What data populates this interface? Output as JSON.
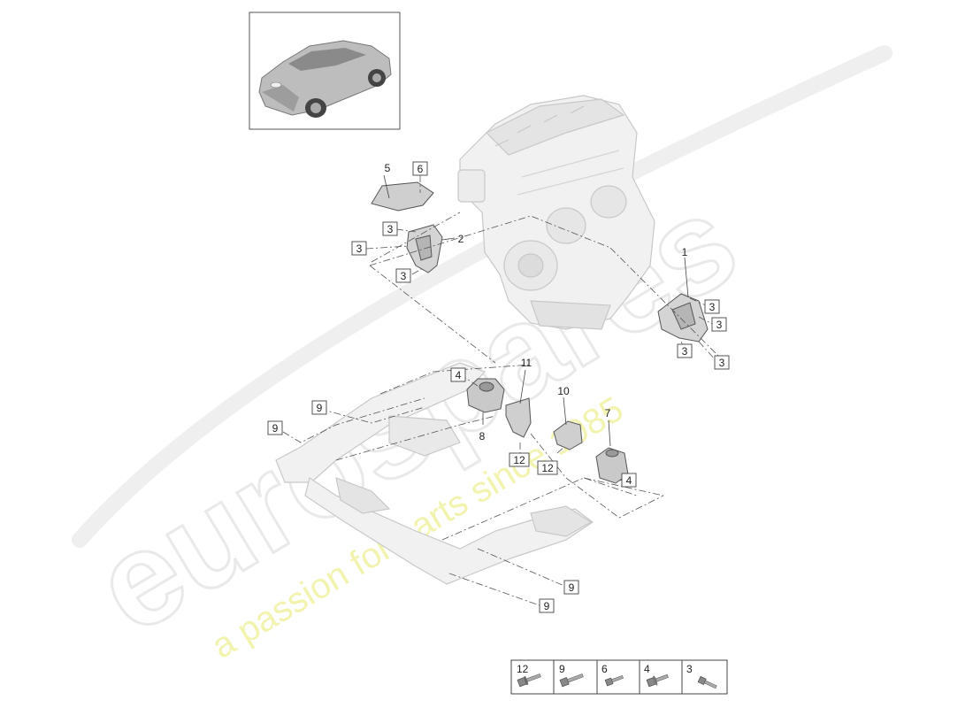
{
  "watermark": {
    "brand": "eurospares",
    "tagline": "a passion for parts since 1985"
  },
  "callouts": [
    {
      "id": "c1",
      "num": "1",
      "boxed": false
    },
    {
      "id": "c2",
      "num": "2",
      "boxed": false
    },
    {
      "id": "c3a",
      "num": "3",
      "boxed": true
    },
    {
      "id": "c3b",
      "num": "3",
      "boxed": true
    },
    {
      "id": "c3c",
      "num": "3",
      "boxed": true
    },
    {
      "id": "c3d",
      "num": "3",
      "boxed": true
    },
    {
      "id": "c3e",
      "num": "3",
      "boxed": true
    },
    {
      "id": "c3f",
      "num": "3",
      "boxed": true
    },
    {
      "id": "c3g",
      "num": "3",
      "boxed": true
    },
    {
      "id": "c4a",
      "num": "4",
      "boxed": true
    },
    {
      "id": "c4b",
      "num": "4",
      "boxed": true
    },
    {
      "id": "c5",
      "num": "5",
      "boxed": false
    },
    {
      "id": "c6",
      "num": "6",
      "boxed": true
    },
    {
      "id": "c7",
      "num": "7",
      "boxed": false
    },
    {
      "id": "c8",
      "num": "8",
      "boxed": false
    },
    {
      "id": "c9a",
      "num": "9",
      "boxed": true
    },
    {
      "id": "c9b",
      "num": "9",
      "boxed": true
    },
    {
      "id": "c9c",
      "num": "9",
      "boxed": true
    },
    {
      "id": "c9d",
      "num": "9",
      "boxed": true
    },
    {
      "id": "c10",
      "num": "10",
      "boxed": false
    },
    {
      "id": "c11",
      "num": "11",
      "boxed": false
    },
    {
      "id": "c12a",
      "num": "12",
      "boxed": true
    },
    {
      "id": "c12b",
      "num": "12",
      "boxed": true
    }
  ],
  "legend": [
    {
      "num": "12",
      "icon": "bolt-flange-icon"
    },
    {
      "num": "9",
      "icon": "bolt-icon"
    },
    {
      "num": "6",
      "icon": "bolt-short-icon"
    },
    {
      "num": "4",
      "icon": "bolt-washer-icon"
    },
    {
      "num": "3",
      "icon": "bolt-angled-icon"
    }
  ]
}
